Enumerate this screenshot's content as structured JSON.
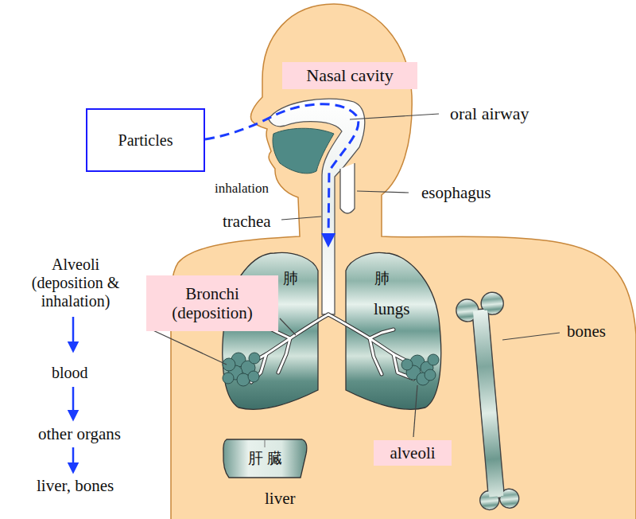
{
  "diagram": {
    "nodes": [
      {
        "text": [
          "Nasal cavity"
        ]
      },
      {
        "text": [
          "Particles"
        ]
      },
      {
        "text": [
          "Bronchi (deposition)"
        ]
      },
      {
        "text": [
          "alveoli"
        ]
      }
    ],
    "labels": [
      "oral airway",
      "inhalation",
      "esophagus",
      "trachea",
      "Alveoli (deposition & inhalation)",
      "blood",
      "other organs",
      "liver, bones",
      "肺",
      "肺",
      "lungs",
      "bones",
      "肝 臓",
      "liver"
    ]
  }
}
